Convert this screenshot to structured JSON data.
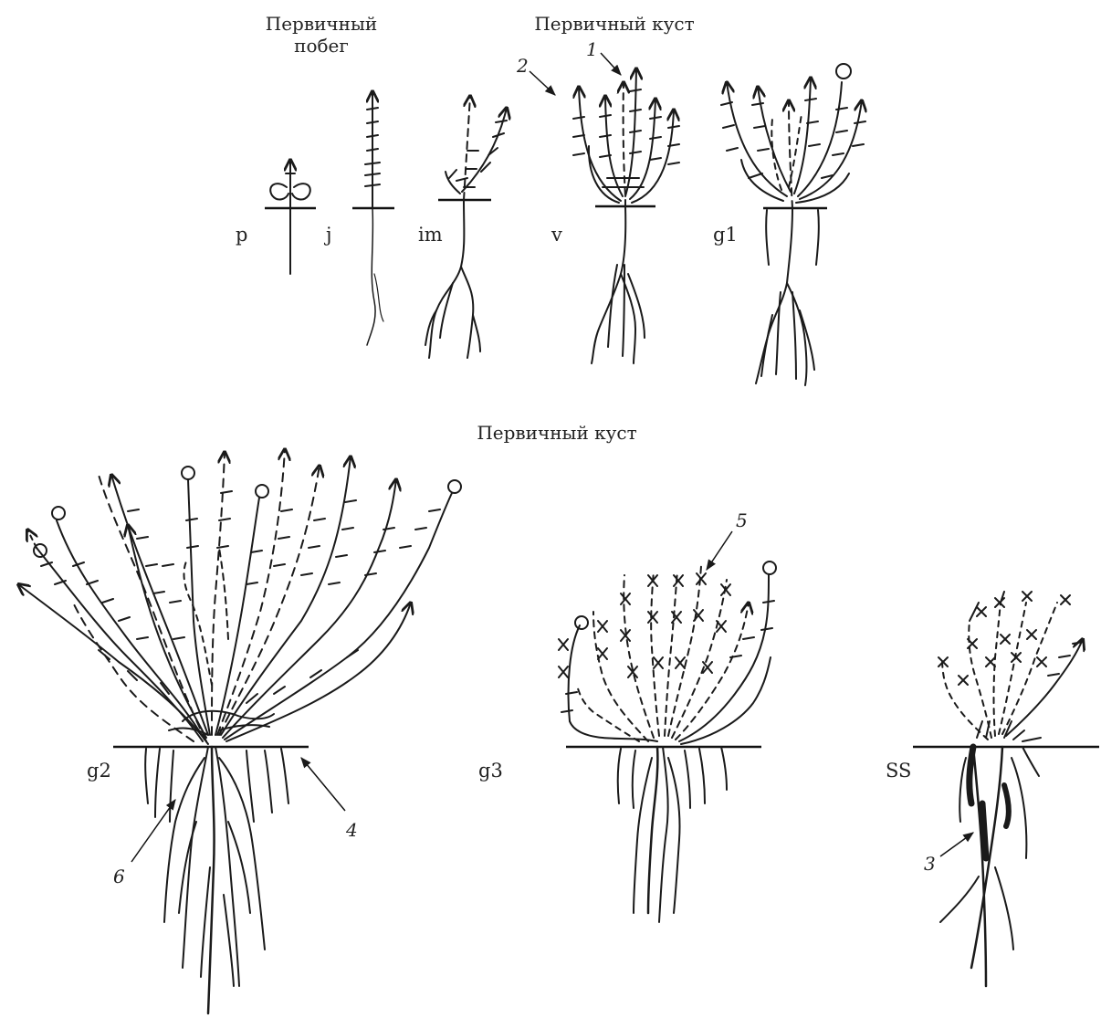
{
  "headers": {
    "primary_shoot_line1": "Первичный",
    "primary_shoot_line2": "побег",
    "primary_bush_top": "Первичный куст",
    "primary_bush_bottom": "Первичный куст"
  },
  "stages": {
    "p": "p",
    "j": "j",
    "im": "im",
    "v": "v",
    "g1": "g1",
    "g2": "g2",
    "g3": "g3",
    "ss": "SS"
  },
  "callouts": {
    "n1": "1",
    "n2": "2",
    "n3": "3",
    "n4": "4",
    "n5": "5",
    "n6": "6"
  }
}
